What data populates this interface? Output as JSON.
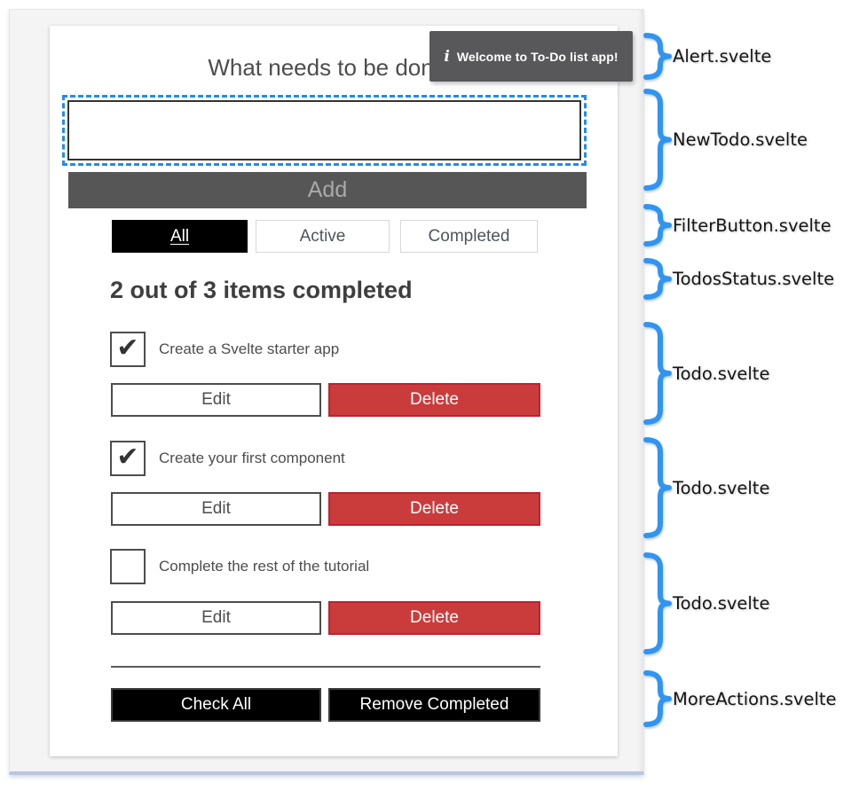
{
  "colors": {
    "accent_blue": "#228bec",
    "brace_blue": "#3095f2",
    "danger_red": "#ca3c3c",
    "danger_border": "#bd2130",
    "primary_black": "#000000",
    "disabled_bg": "#565656",
    "disabled_text": "#a9a9a9",
    "text_gray": "#4d4d4d",
    "alert_bg": "#58585a"
  },
  "icons": {
    "checkmark": "✔",
    "info": "i"
  },
  "app": {
    "heading": "What needs to be done?",
    "alert": {
      "icon": "i",
      "message": "Welcome to To-Do list app!"
    },
    "new_todo": {
      "value": "",
      "placeholder": "",
      "add_label": "Add"
    },
    "filters": [
      {
        "label": "All",
        "selected": true
      },
      {
        "label": "Active",
        "selected": false
      },
      {
        "label": "Completed",
        "selected": false
      }
    ],
    "status_heading": "2 out of 3 items completed",
    "todos": [
      {
        "label": "Create a Svelte starter app",
        "checked": true,
        "edit_label": "Edit",
        "delete_label": "Delete"
      },
      {
        "label": "Create your first component",
        "checked": true,
        "edit_label": "Edit",
        "delete_label": "Delete"
      },
      {
        "label": "Complete the rest of the tutorial",
        "checked": false,
        "edit_label": "Edit",
        "delete_label": "Delete"
      }
    ],
    "more_actions": {
      "check_all_label": "Check All",
      "remove_completed_label": "Remove Completed"
    }
  },
  "annotations": [
    {
      "label": "Alert.svelte"
    },
    {
      "label": "NewTodo.svelte"
    },
    {
      "label": "FilterButton.svelte"
    },
    {
      "label": "TodosStatus.svelte"
    },
    {
      "label": "Todo.svelte"
    },
    {
      "label": "Todo.svelte"
    },
    {
      "label": "Todo.svelte"
    },
    {
      "label": "MoreActions.svelte"
    }
  ]
}
